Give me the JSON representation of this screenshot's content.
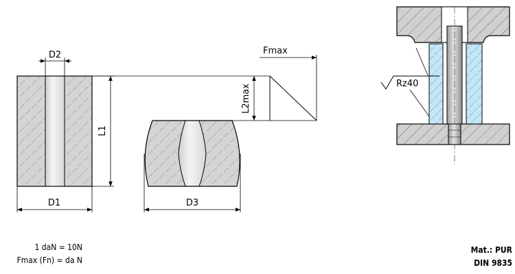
{
  "dimensions": {
    "d2": "D2",
    "d1": "D1",
    "d3": "D3",
    "l1": "L1",
    "l2max": "L2max",
    "fmax": "Fmax"
  },
  "surface_finish": "Rz40",
  "notes": {
    "unit_line": "1 daN = 10N",
    "force_line": "Fmax (Fn) = da N",
    "material": "Mat.: PUR",
    "standard": "DIN 9835"
  },
  "colors": {
    "part_fill": "#d4d4d4",
    "bore_fill": "#ececec",
    "spacer_fill": "#c4e6f7",
    "line": "#000000"
  }
}
